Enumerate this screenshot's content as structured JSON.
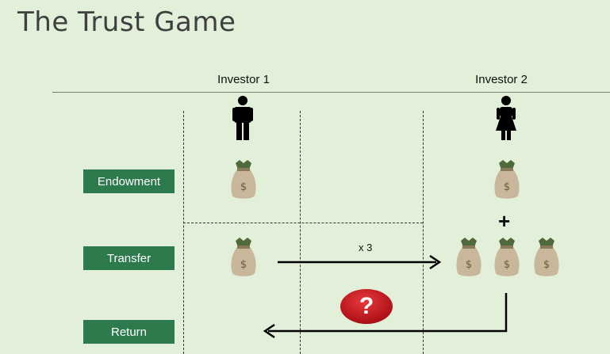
{
  "title": "The Trust Game",
  "columns": {
    "investor1": "Investor 1",
    "investor2": "Investor 2"
  },
  "rows": {
    "endowment": "Endowment",
    "transfer": "Transfer",
    "return": "Return"
  },
  "multiplier": "x 3",
  "plus": "+",
  "question": "?",
  "colors": {
    "background": "#e2efd9",
    "label_fill": "#2d7a4c",
    "question_fill": "#c0151a"
  },
  "icons": {
    "investor1": "male-person-icon",
    "investor2": "female-person-icon",
    "money": "money-bag-icon"
  }
}
